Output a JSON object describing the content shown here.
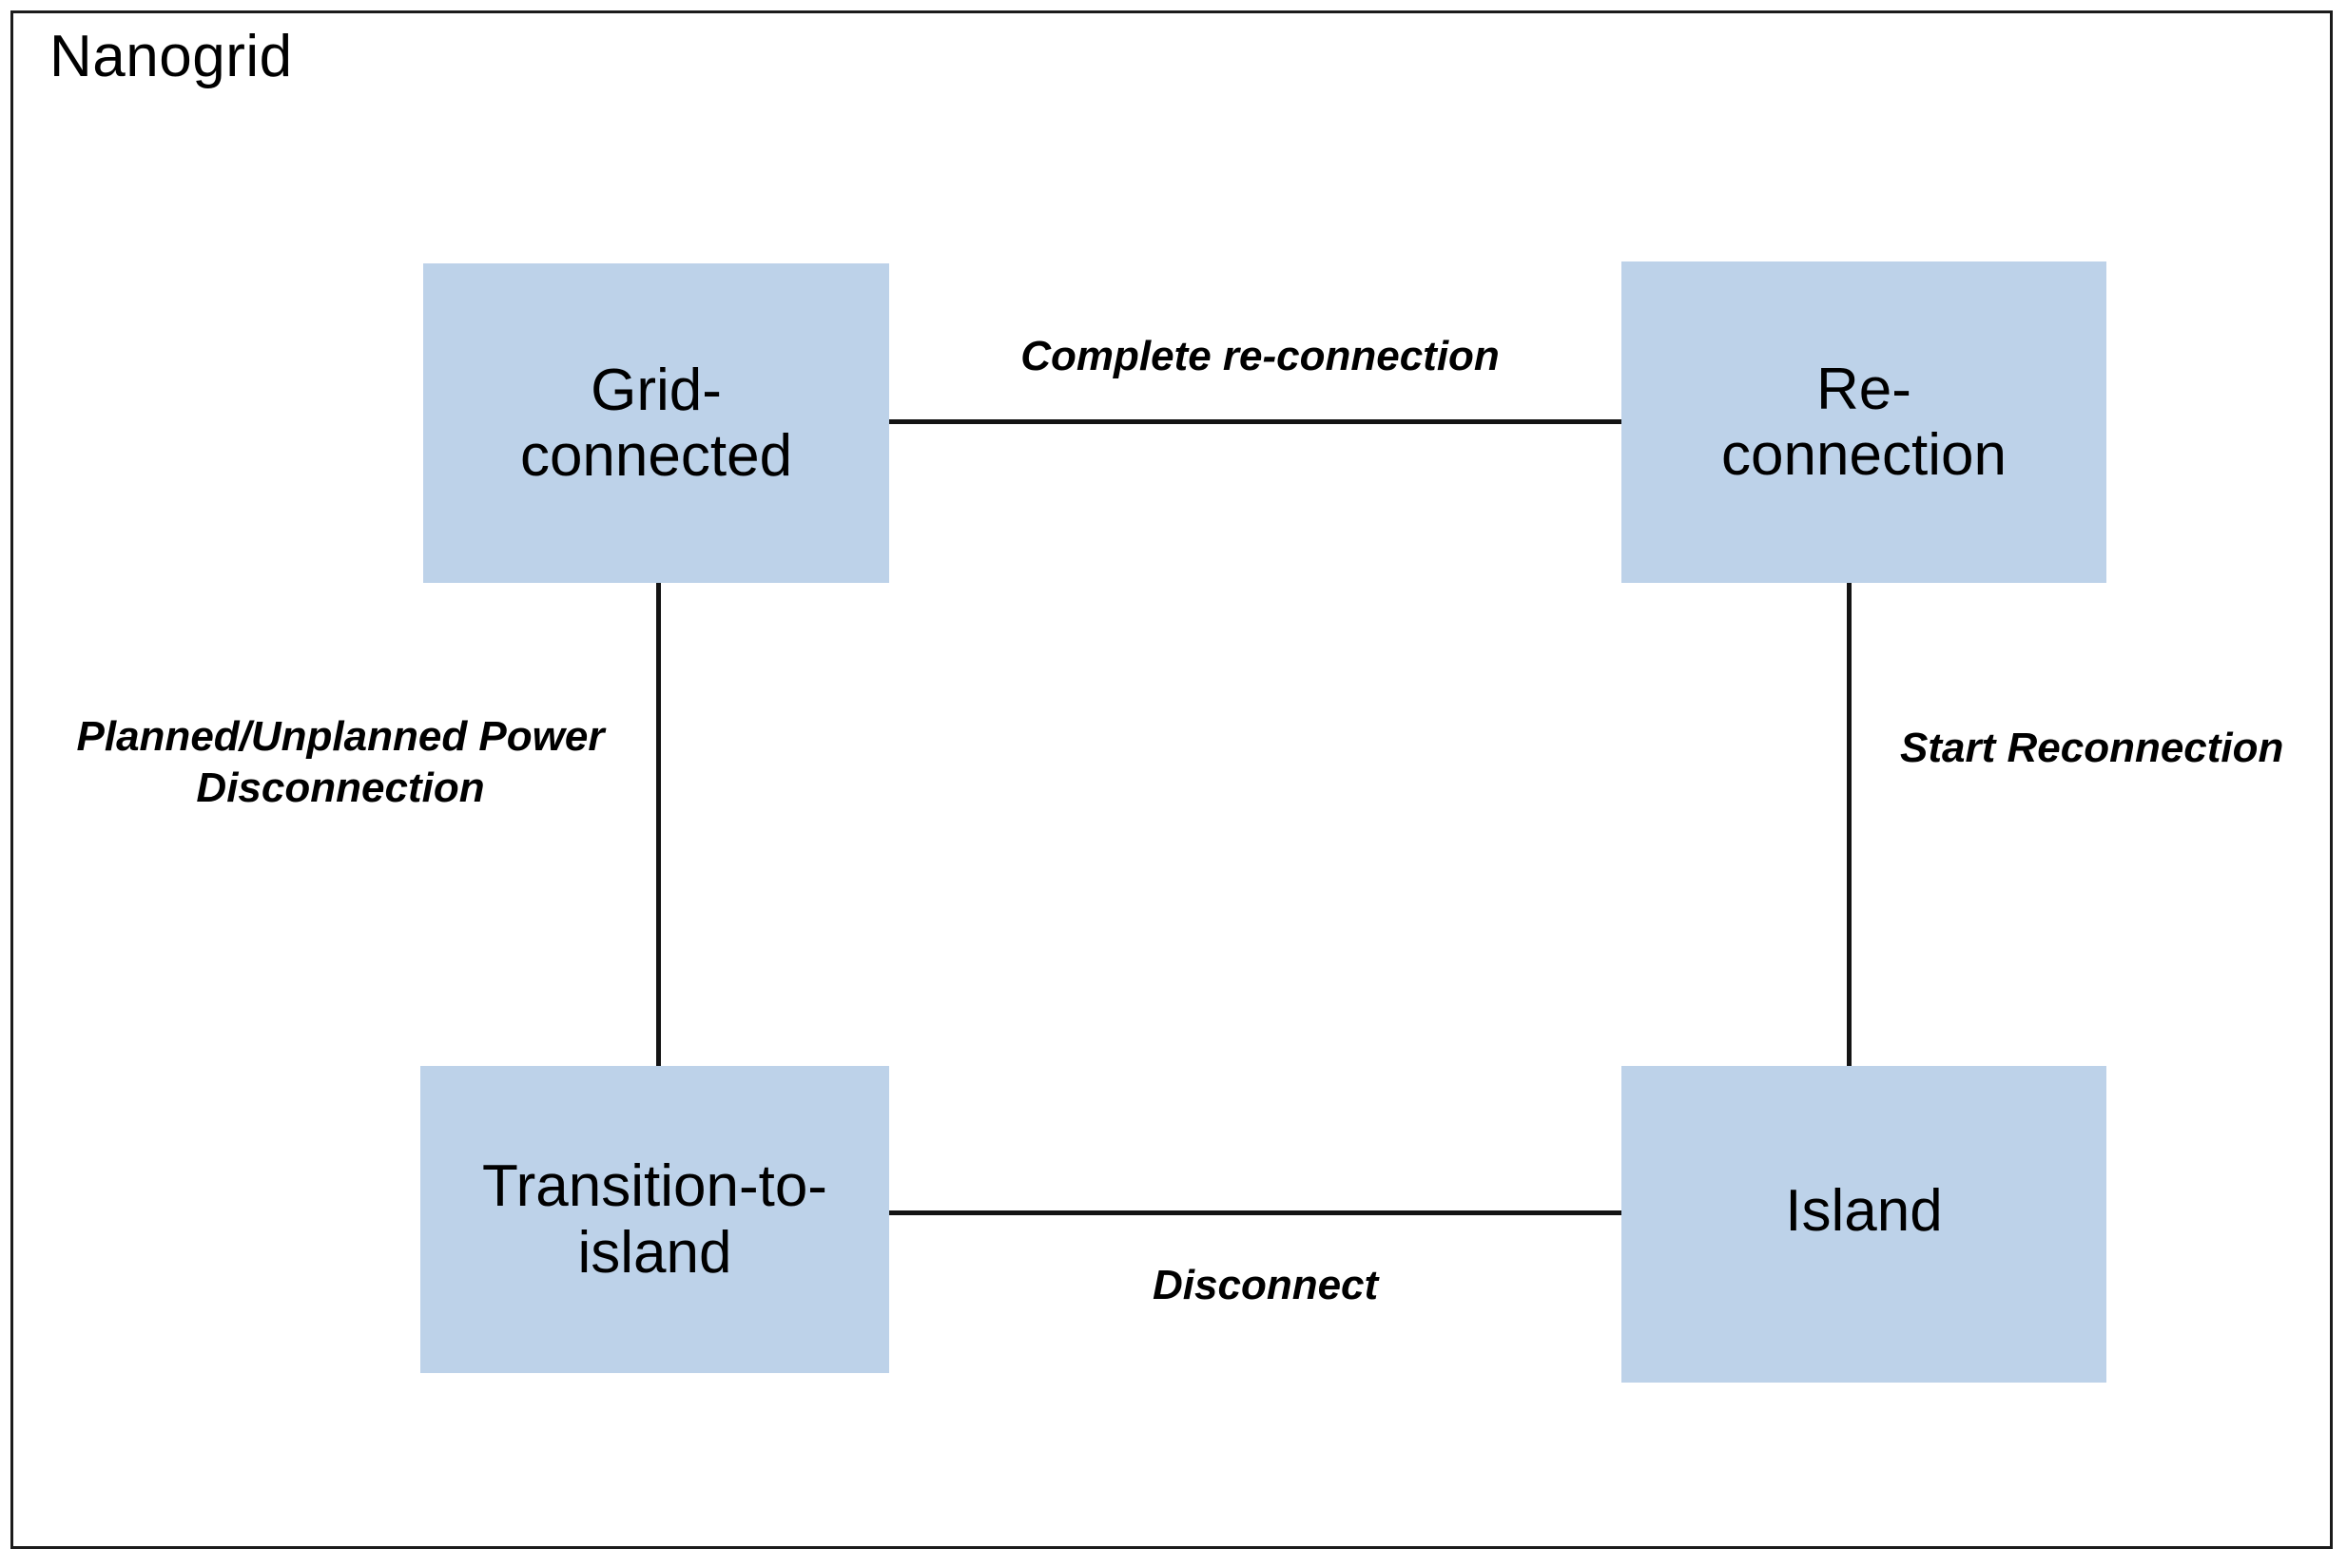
{
  "diagram": {
    "title": "Nanogrid",
    "type": "state-transition-diagram",
    "background_color": "#ffffff",
    "frame_color": "#1b1b1b",
    "node_fill_color": "#bdd2e9",
    "line_color": "#141414",
    "text_color": "#000000",
    "nodes": [
      {
        "id": "grid-connected",
        "label": "Grid-\nconnected",
        "position": "top-left"
      },
      {
        "id": "reconnection",
        "label": "Re-\nconnection",
        "position": "top-right"
      },
      {
        "id": "transition-to-island",
        "label": "Transition-to-\nisland",
        "position": "bottom-left"
      },
      {
        "id": "island",
        "label": "Island",
        "position": "bottom-right"
      }
    ],
    "edges": [
      {
        "id": "complete-reconnection",
        "label": "Complete re-connection",
        "from": "reconnection",
        "to": "grid-connected",
        "orientation": "horizontal",
        "label_placement": "above"
      },
      {
        "id": "power-disconnection",
        "label": "Planned/Unplanned Power\nDisconnection",
        "from": "grid-connected",
        "to": "transition-to-island",
        "orientation": "vertical",
        "label_placement": "left"
      },
      {
        "id": "disconnect",
        "label": "Disconnect",
        "from": "transition-to-island",
        "to": "island",
        "orientation": "horizontal",
        "label_placement": "below"
      },
      {
        "id": "start-reconnection",
        "label": "Start Reconnection",
        "from": "island",
        "to": "reconnection",
        "orientation": "vertical",
        "label_placement": "right"
      }
    ]
  }
}
